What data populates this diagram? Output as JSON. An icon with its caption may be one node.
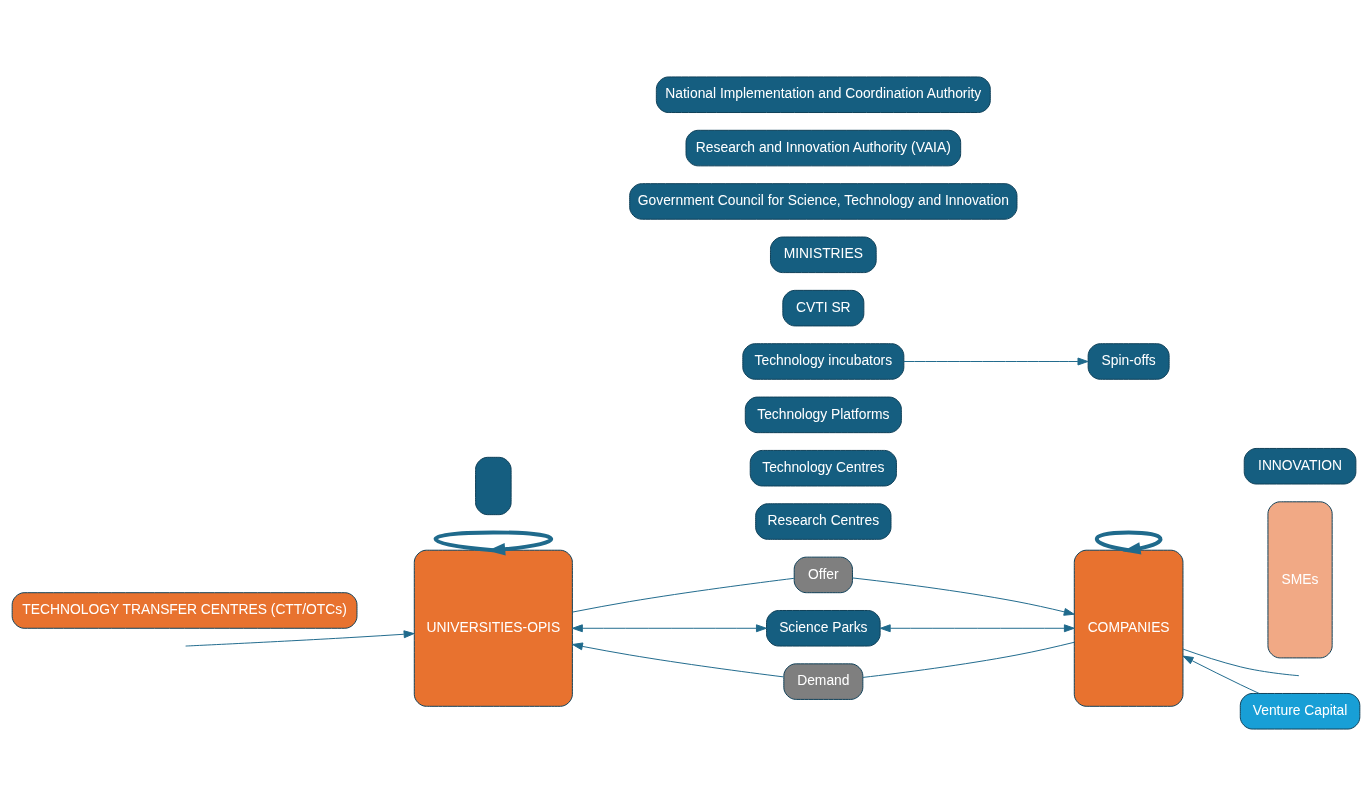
{
  "diagram": {
    "nodes": [
      {
        "text": [
          "TECHNOLOGY TRANSFER CENTRES (CTT/OTCs)"
        ]
      },
      {
        "text": [
          "UNIVERSITIES-OPIS"
        ]
      },
      {
        "text": [],
        "shape": "box"
      },
      {
        "text": [
          "Demand"
        ]
      },
      {
        "text": [
          "Offer"
        ]
      },
      {
        "text": [
          "Science Parks"
        ]
      },
      {
        "text": [
          "COMPANIES"
        ]
      },
      {
        "text": [
          "INNOVATION"
        ]
      },
      {
        "text": [
          "SMEs"
        ]
      },
      {
        "text": [
          "Research Centres"
        ]
      },
      {
        "text": [
          "Technology Centres"
        ]
      },
      {
        "text": [
          "Technology Platforms"
        ]
      },
      {
        "text": [
          "Technology incubators"
        ]
      },
      {
        "text": [
          "Spin-offs"
        ]
      },
      {
        "text": [
          "Venture Capital"
        ]
      },
      {
        "text": [
          "CVTI SR"
        ]
      },
      {
        "text": [
          "MINISTRIES"
        ]
      },
      {
        "text": [
          "Government Council for Science, Technology and Innovation"
        ]
      },
      {
        "text": [
          "Research and Innovation Authority (VAIA)"
        ]
      },
      {
        "text": [
          "National Implementation and Coordination Authority"
        ]
      }
    ],
    "edges": [
      {
        "from": 1,
        "to": 1,
        "arrow": "to",
        "style": "thick"
      },
      {
        "from": 6,
        "to": 6,
        "arrow": "to",
        "style": "thick"
      },
      {
        "from": 3,
        "to": 1,
        "arrow": "to"
      },
      {
        "from": 3,
        "to": 6,
        "arrow": "none"
      },
      {
        "from": 1,
        "to": 4,
        "arrow": "none"
      },
      {
        "from": 4,
        "to": 6,
        "arrow": "to"
      },
      {
        "from": 1,
        "to": 5,
        "arrow": "both"
      },
      {
        "from": 5,
        "to": 6,
        "arrow": "both"
      },
      {
        "from": 12,
        "to": 13,
        "arrow": "to"
      },
      {
        "from": 14,
        "to": 6,
        "arrow": "to"
      },
      {
        "from": null,
        "to": 1,
        "arrow": "to"
      },
      {
        "from": 6,
        "to": null,
        "arrow": "none"
      }
    ]
  }
}
